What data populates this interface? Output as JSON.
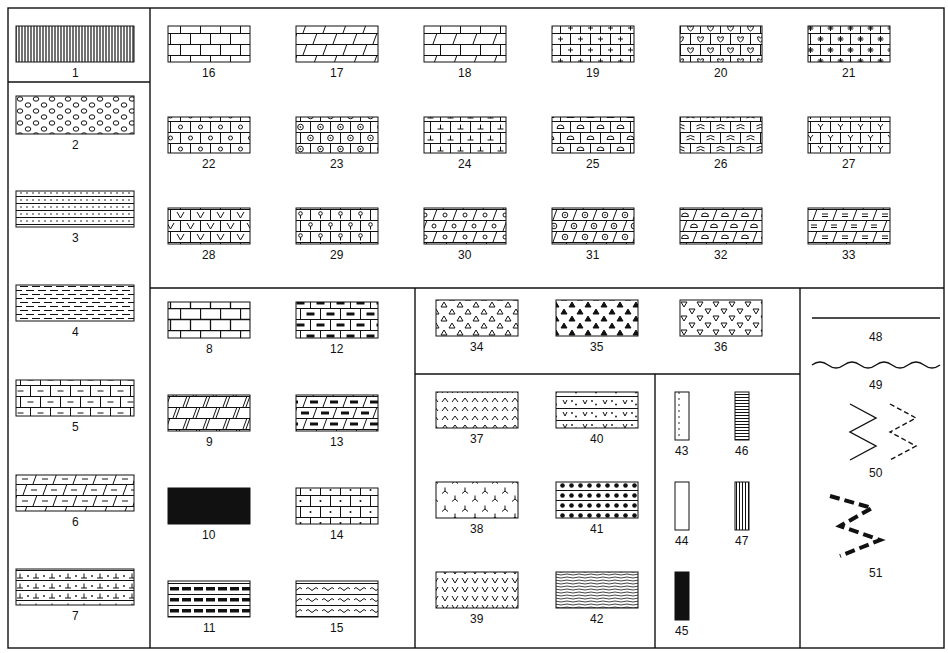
{
  "diagram": {
    "labels": [
      "1",
      "2",
      "3",
      "4",
      "5",
      "6",
      "7",
      "8",
      "9",
      "10",
      "11",
      "12",
      "13",
      "14",
      "15",
      "16",
      "17",
      "18",
      "19",
      "20",
      "21",
      "22",
      "23",
      "24",
      "25",
      "26",
      "27",
      "28",
      "29",
      "30",
      "31",
      "32",
      "33",
      "34",
      "35",
      "36",
      "37",
      "38",
      "39",
      "40",
      "41",
      "42",
      "43",
      "44",
      "45",
      "46",
      "47",
      "48",
      "49",
      "50",
      "51"
    ]
  }
}
